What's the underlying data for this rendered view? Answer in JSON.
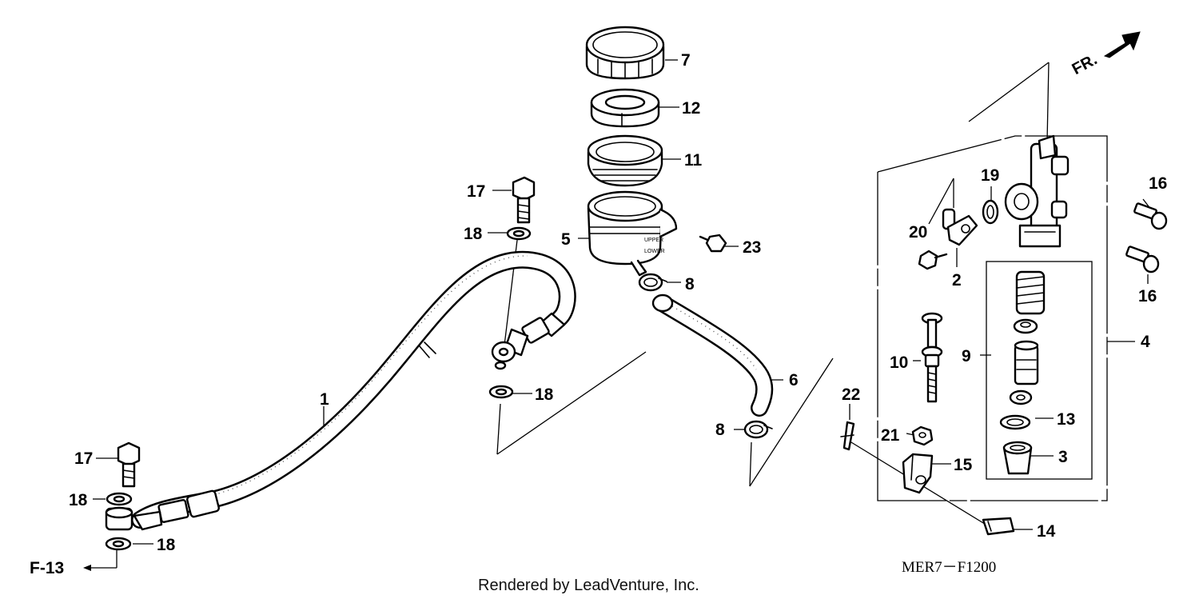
{
  "callouts": [
    {
      "id": "lbl-1",
      "text": "1"
    },
    {
      "id": "lbl-2",
      "text": "2"
    },
    {
      "id": "lbl-3",
      "text": "3"
    },
    {
      "id": "lbl-4",
      "text": "4"
    },
    {
      "id": "lbl-5",
      "text": "5"
    },
    {
      "id": "lbl-6",
      "text": "6"
    },
    {
      "id": "lbl-7",
      "text": "7"
    },
    {
      "id": "lbl-8a",
      "text": "8"
    },
    {
      "id": "lbl-8b",
      "text": "8"
    },
    {
      "id": "lbl-9",
      "text": "9"
    },
    {
      "id": "lbl-10",
      "text": "10"
    },
    {
      "id": "lbl-11",
      "text": "11"
    },
    {
      "id": "lbl-12",
      "text": "12"
    },
    {
      "id": "lbl-13",
      "text": "13"
    },
    {
      "id": "lbl-14",
      "text": "14"
    },
    {
      "id": "lbl-15",
      "text": "15"
    },
    {
      "id": "lbl-16a",
      "text": "16"
    },
    {
      "id": "lbl-16b",
      "text": "16"
    },
    {
      "id": "lbl-17a",
      "text": "17"
    },
    {
      "id": "lbl-17b",
      "text": "17"
    },
    {
      "id": "lbl-18a",
      "text": "18"
    },
    {
      "id": "lbl-18b",
      "text": "18"
    },
    {
      "id": "lbl-18c",
      "text": "18"
    },
    {
      "id": "lbl-18d",
      "text": "18"
    },
    {
      "id": "lbl-19",
      "text": "19"
    },
    {
      "id": "lbl-20",
      "text": "20"
    },
    {
      "id": "lbl-21",
      "text": "21"
    },
    {
      "id": "lbl-22",
      "text": "22"
    },
    {
      "id": "lbl-23",
      "text": "23"
    }
  ],
  "reference": "F-13",
  "front_marker": "FR.",
  "reservoir_marks": {
    "upper": "UPPER",
    "lower": "LOWER"
  },
  "diagram_code": "MER7－F1200",
  "footer": "Rendered by LeadVenture, Inc."
}
